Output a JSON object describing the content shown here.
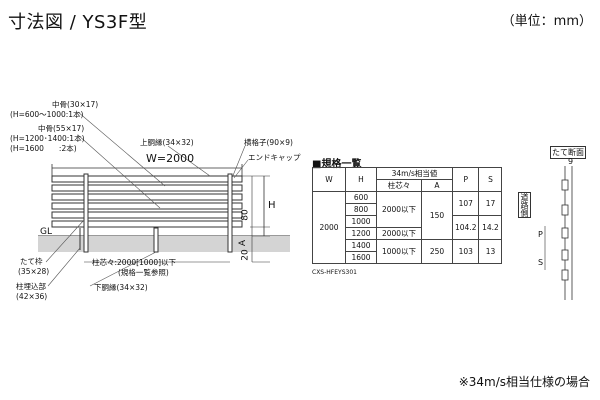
{
  "title": "寸法図 / YS3F型",
  "unit": "（単位：mm）",
  "footnote": "※34m/s相当仕様の場合",
  "labels": {
    "nakabone1": "中骨(30×17)",
    "nakabone1_h": "(H=600〜1000:1本)",
    "nakabone2": "中骨(55×17)",
    "nakabone2_h1": "(H=1200･1400:1本)",
    "nakabone2_h2": "(H=1600　　:2本)",
    "upper_rail": "上胴縁(34×32)",
    "slat": "横格子(90×9)",
    "end_cap": "エンドキャップ",
    "width": "W=2000",
    "height": "H",
    "dim80": "80",
    "dim20": "20",
    "dimA": "A",
    "gl": "GL",
    "post": "たて枠",
    "post_size": "(35×28)",
    "pitch": "柱芯々:2000[1000]以下",
    "pitch_note": "(規格一覧参照)",
    "pillar": "柱埋込部",
    "pillar_size": "(42×36)",
    "lower_rail": "下胴縁(34×32)",
    "section_title": "たて断面",
    "section_9": "9",
    "road_side": "道路側",
    "dimP": "P",
    "dimS": "S"
  },
  "specs": {
    "heading": "■規格一覧",
    "hdr_w": "W",
    "hdr_h": "H",
    "hdr_group": "34m/s相当値",
    "hdr_pitch": "柱芯々",
    "hdr_a": "A",
    "hdr_p": "P",
    "hdr_s": "S",
    "w": "2000",
    "h": [
      "600",
      "800",
      "1000",
      "1200",
      "1400",
      "1600"
    ],
    "pitch": [
      "2000以下",
      "2000以下",
      "1000以下",
      "1000以下"
    ],
    "a": [
      "150",
      "250"
    ],
    "p": [
      "107",
      "104.2",
      "103"
    ],
    "s": [
      "17",
      "14.2",
      "13"
    ],
    "code": "CXS-HFEYS301"
  }
}
